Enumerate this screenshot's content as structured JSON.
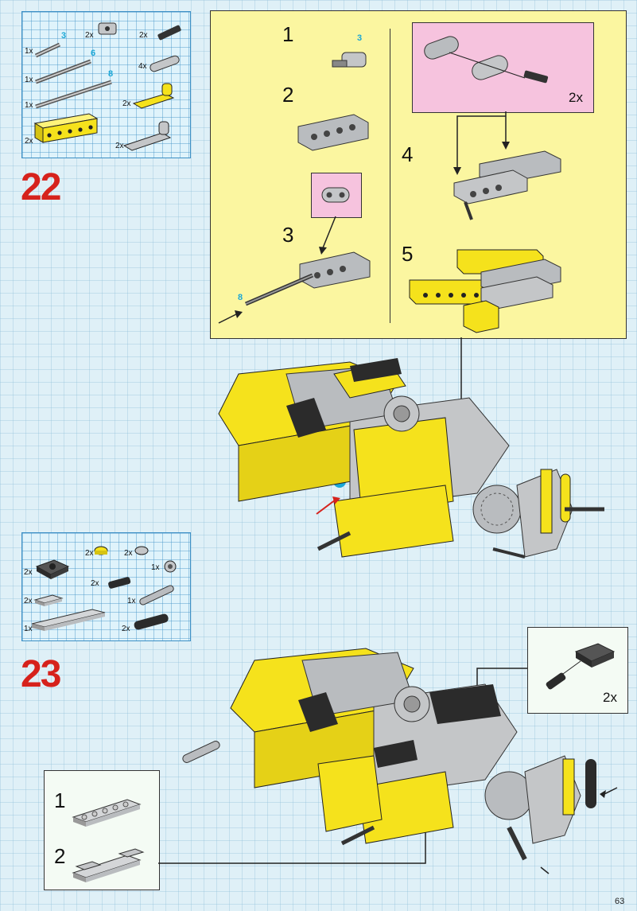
{
  "page_number": "63",
  "step22": {
    "number": "22",
    "parts": [
      {
        "qty": "1x",
        "length": "3",
        "icon": "axle-3-icon"
      },
      {
        "qty": "1x",
        "length": "6",
        "icon": "axle-6-icon"
      },
      {
        "qty": "1x",
        "length": "8",
        "icon": "axle-8-icon"
      },
      {
        "qty": "2x",
        "length": "",
        "icon": "yellow-beam-icon"
      },
      {
        "qty": "2x",
        "length": "",
        "icon": "pin-connector-icon"
      },
      {
        "qty": "2x",
        "length": "",
        "icon": "friction-pin-icon"
      },
      {
        "qty": "4x",
        "length": "",
        "icon": "grey-liftarm-icon"
      },
      {
        "qty": "2x",
        "length": "",
        "icon": "yellow-bent-liftarm-icon"
      },
      {
        "qty": "2x",
        "length": "",
        "icon": "grey-bent-liftarm-icon"
      }
    ],
    "substeps": {
      "s1": "1",
      "s1_len": "3",
      "s2": "2",
      "s3": "3",
      "s3_len": "8",
      "s4": "4",
      "s4_qty": "2x",
      "s5": "5"
    },
    "model_axle_len": "6"
  },
  "step23": {
    "number": "23",
    "parts": [
      {
        "qty": "2x",
        "icon": "black-steering-plate-icon"
      },
      {
        "qty": "2x",
        "icon": "yellow-round-stud-icon"
      },
      {
        "qty": "2x",
        "icon": "grey-round-stud-icon"
      },
      {
        "qty": "1x",
        "icon": "grey-bush-icon"
      },
      {
        "qty": "2x",
        "icon": "friction-pin-icon"
      },
      {
        "qty": "2x",
        "icon": "grey-plate-1x2-icon"
      },
      {
        "qty": "1x",
        "icon": "long-pin-icon"
      },
      {
        "qty": "1x",
        "icon": "grey-plate-1x6-icon"
      },
      {
        "qty": "2x",
        "icon": "black-liftarm-icon"
      }
    ],
    "callout_qty": "2x",
    "substeps": {
      "s1": "1",
      "s2": "2"
    }
  },
  "colors": {
    "yellow": "#f5e21c",
    "grey": "#b9bcbf",
    "black": "#2b2b2b",
    "red": "#d6221c",
    "cyan": "#1aa7d6",
    "pink": "#f6c3de",
    "panel": "#fbf6a0"
  }
}
